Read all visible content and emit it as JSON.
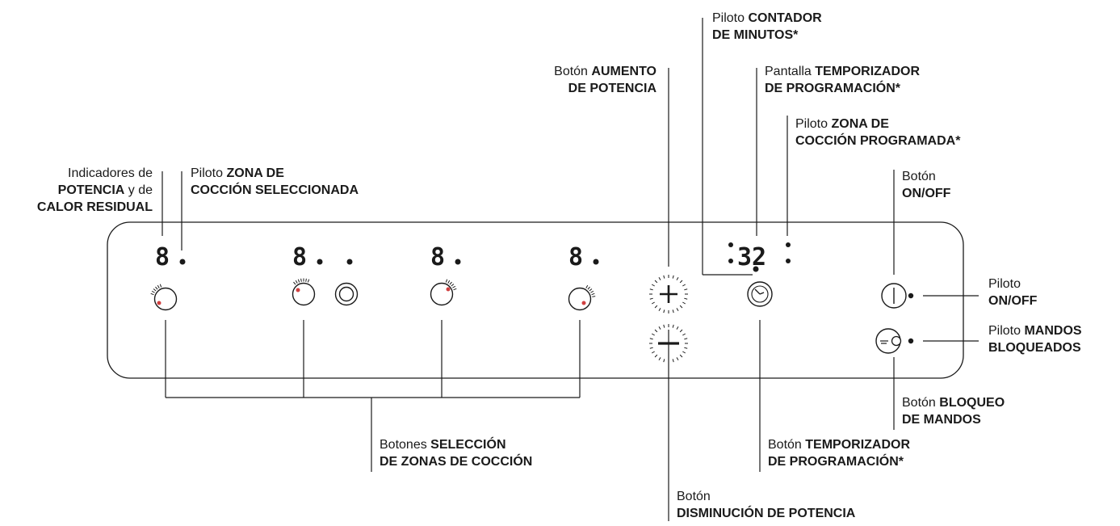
{
  "panel": {
    "zone_digit": "8",
    "timer_digits": "32"
  },
  "labels": {
    "power_indicators": {
      "l1_a": "Indicadores de",
      "l2_b": "POTENCIA",
      "l2_a": " y de",
      "l3_b": "CALOR RESIDUAL"
    },
    "zone_selected_pilot": {
      "l1_a": "Piloto ",
      "l1_b": "ZONA DE",
      "l2_b": "COCCIÓN SELECCIONADA"
    },
    "power_increase_button": {
      "l1_a": "Botón ",
      "l1_b": "AUMENTO",
      "l2_b": "DE POTENCIA"
    },
    "minute_counter_pilot": {
      "l1_a": "Piloto ",
      "l1_b": "CONTADOR",
      "l2_b": "DE MINUTOS*"
    },
    "timer_display": {
      "l1_a": "Pantalla ",
      "l1_b": "TEMPORIZADOR",
      "l2_b": "DE PROGRAMACIÓN*"
    },
    "programmed_zone_pilot": {
      "l1_a": "Piloto ",
      "l1_b": "ZONA DE",
      "l2_b": "COCCIÓN PROGRAMADA*"
    },
    "onoff_button": {
      "l1_a": "Botón",
      "l2_b": "ON/OFF"
    },
    "onoff_pilot": {
      "l1_a": "Piloto",
      "l2_b": "ON/OFF"
    },
    "controls_locked_pilot": {
      "l1_a": "Piloto ",
      "l1_b": "MANDOS",
      "l2_b": "BLOQUEADOS"
    },
    "lock_button": {
      "l1_a": "Botón ",
      "l1_b": "BLOQUEO",
      "l2_b": "DE MANDOS"
    },
    "timer_button": {
      "l1_a": "Botón ",
      "l1_b": "TEMPORIZADOR",
      "l2_b": "DE PROGRAMACIÓN*"
    },
    "zone_select_buttons": {
      "l1_a": "Botones ",
      "l1_b": "SELECCIÓN",
      "l2_b": "DE ZONAS DE COCCIÓN"
    },
    "power_decrease_button": {
      "l1_a": "Botón",
      "l2_b": "DISMINUCIÓN DE POTENCIA"
    }
  },
  "colors": {
    "ink": "#1a1a1a",
    "pilot_light": "#d04040",
    "panel_border": "#1a1a1a"
  }
}
